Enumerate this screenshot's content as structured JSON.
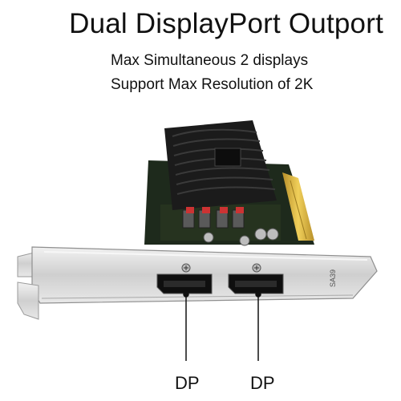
{
  "header": {
    "title": "Dual DisplayPort Outport",
    "line1": "Max Simultaneous 2 displays",
    "line2": "Support Max Resolution of 2K"
  },
  "bracket": {
    "marking": "SA39"
  },
  "ports": [
    {
      "label": "DP"
    },
    {
      "label": "DP"
    }
  ],
  "colors": {
    "heatsink": "#1b1b1b",
    "pcb": "#1e2a1c",
    "gold_contacts": "#d8b23a",
    "bracket": "#d9d9d9"
  }
}
